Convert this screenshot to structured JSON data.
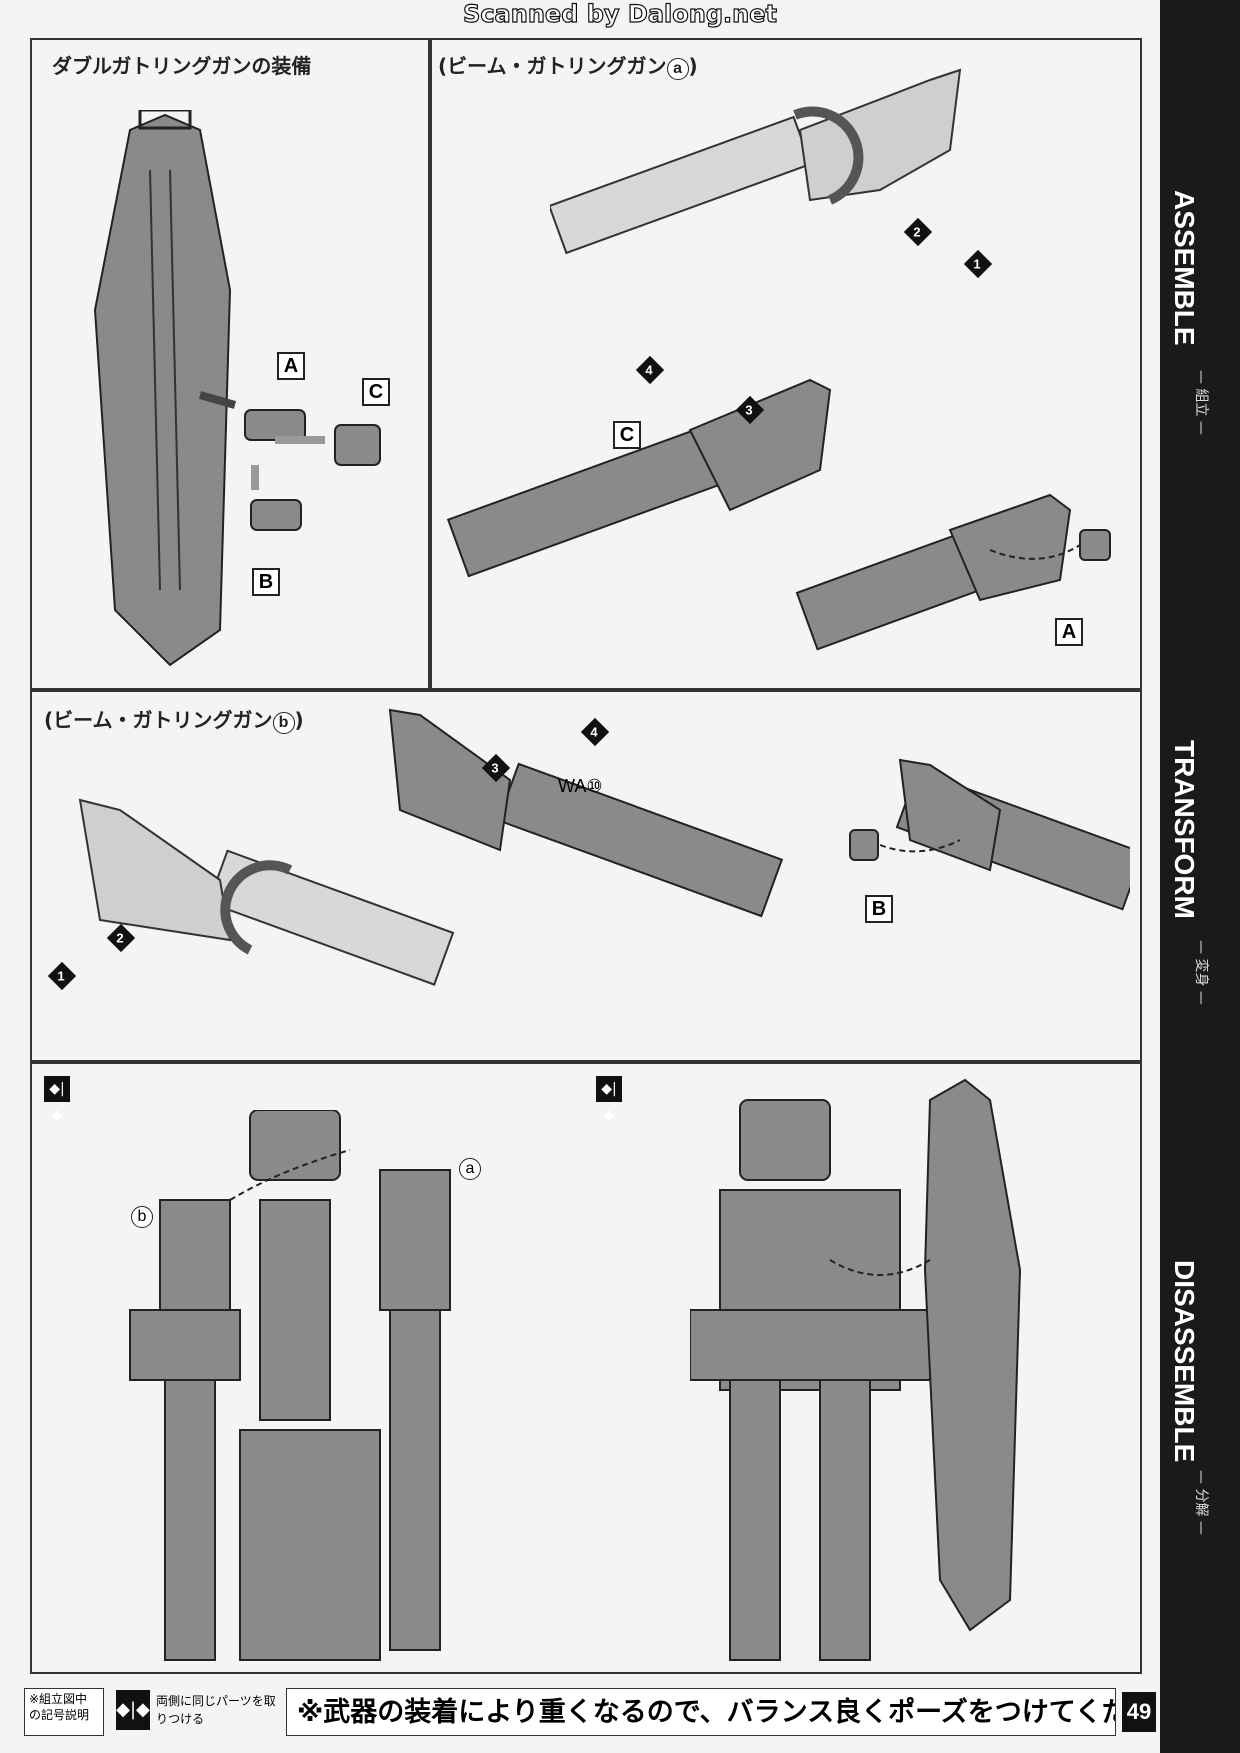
{
  "scan_banner": "Scanned by Dalong.net",
  "panels": {
    "double_gatling": {
      "title": "ダブルガトリングガンの装備"
    },
    "beam_gatling_a": {
      "title": "(ビーム・ガトリングガン",
      "variant": "a",
      "close": ")"
    },
    "beam_gatling_b": {
      "title": "(ビーム・ガトリングガン",
      "variant": "b",
      "close": ")"
    }
  },
  "part_labels": {
    "A": "A",
    "B": "B",
    "C": "C"
  },
  "steps": [
    "1",
    "2",
    "3",
    "4"
  ],
  "part_code": "WA",
  "part_code_num": "⑩",
  "circle_labels": {
    "a": "a",
    "b": "b"
  },
  "sidebar": {
    "assemble": {
      "label": "ASSEMBLE",
      "sub": "— 組立 —"
    },
    "transform": {
      "label": "TRANSFORM",
      "sub": "— 変身 —"
    },
    "disassemble": {
      "label": "DISASSEMBLE",
      "sub": "— 分解 —"
    }
  },
  "footer": {
    "legend_label": "※組立図中の記号説明",
    "legend_icon": "◆|◆",
    "legend_text": "両側に同じパーツを取りつける",
    "notice": "※武器の装着により重くなるので、バランス良くポーズをつけてください。",
    "page_number": "49"
  },
  "colors": {
    "sidebar": "#1a1a1a",
    "part_gray": "#8a8a8a",
    "part_light": "#cfcfcf"
  }
}
